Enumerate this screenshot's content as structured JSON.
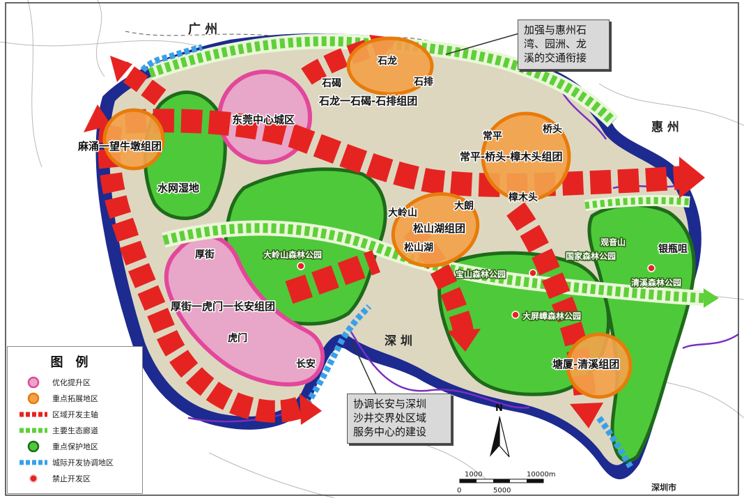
{
  "legend": {
    "title": "图例",
    "items": [
      {
        "label": "优化提升区",
        "kind": "pink-circle"
      },
      {
        "label": "重点拓展地区",
        "kind": "orange-circle"
      },
      {
        "label": "区域开发主轴",
        "kind": "red-dashes"
      },
      {
        "label": "主要生态廊道",
        "kind": "green-dashes"
      },
      {
        "label": "重点保护地区",
        "kind": "green-circle"
      },
      {
        "label": "城际开发协调地区",
        "kind": "blue-dashes"
      },
      {
        "label": "禁止开发区",
        "kind": "red-dot"
      }
    ]
  },
  "regions": {
    "guangzhou": "广 州",
    "huizhou": "惠 州",
    "shenzhen": "深 圳",
    "shenzhen_city": "深圳市"
  },
  "zones": {
    "dongguan_center": "东莞中心城区",
    "mayong": "麻涌一望牛墩组团",
    "shuiwang": "水网湿地",
    "shilong_top": "石龙",
    "shijie": "石碣",
    "shipai": "石排",
    "shilong_group": "石龙一石碣-石排组团",
    "changping": "常平",
    "qiaotou": "桥头",
    "changping_group": "常平-桥头-樟木头组团",
    "zhangmutou": "樟木头",
    "dalingshan": "大岭山",
    "dalang": "大朗",
    "songshanhu_group": "松山湖组团",
    "songshanhu": "松山湖",
    "houjie": "厚街",
    "houjie_group": "厚街一虎门一长安组团",
    "humen": "虎门",
    "changan": "长安",
    "tangxia_group": "塘厦-清溪组团",
    "yinpingzui": "银瓶咀",
    "guanyinshan": "观音山",
    "guojia_forest": "国家森林公园"
  },
  "parks": {
    "dalingshan_forest": "大岭山森林公园",
    "baoshan_forest": "宝山森林公园",
    "dapingzhang_forest": "大屏嶂森林公园",
    "qingxi_forest": "清溪森林公园"
  },
  "callouts": {
    "huizhou_link": [
      "加强与惠州石",
      "湾、园洲、龙",
      "溪的交通衔接"
    ],
    "shenzhen_link": [
      "协调长安与深圳",
      "沙井交界处区域",
      "服务中心的建设"
    ]
  },
  "north_arrow": "N",
  "scale_bar": {
    "upper": [
      "1000",
      "10000m"
    ],
    "lower": [
      "0",
      "5000"
    ]
  },
  "colors": {
    "core_pink": "#e8a6c8",
    "expansion_orange": "#f2a24b",
    "axis_red": "#e52421",
    "corridor_green": "#5fcf3a",
    "protected_green": "#3fbf2f",
    "coordination_blue": "#3aa0e8",
    "urban_beige": "#ddd7c0"
  }
}
